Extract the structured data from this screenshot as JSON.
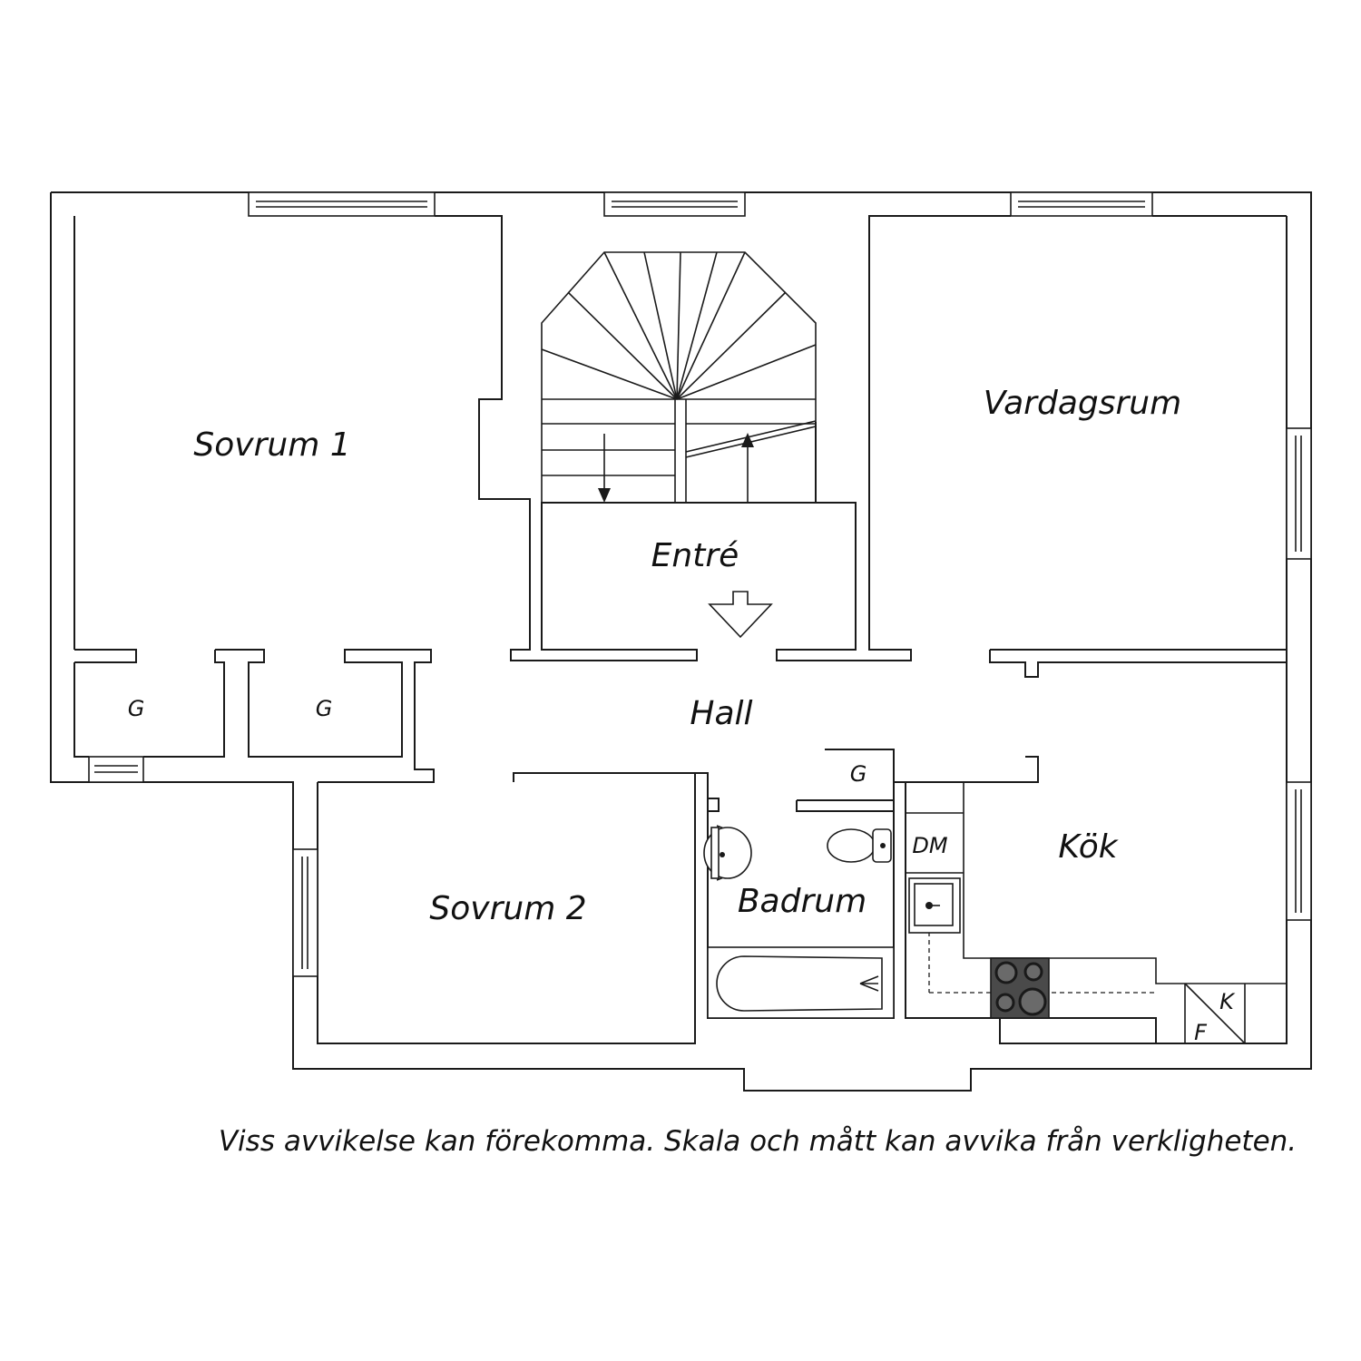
{
  "rooms": {
    "sovrum1": "Sovrum 1",
    "sovrum2": "Sovrum 2",
    "entre": "Entré",
    "hall": "Hall",
    "vardagsrum": "Vardagsrum",
    "badrum": "Badrum",
    "kok": "Kök"
  },
  "closets": {
    "g1": "G",
    "g2": "G",
    "g3": "G"
  },
  "appliances": {
    "dishwasher": "DM",
    "fridge": "F",
    "freezer": "K"
  },
  "disclaimer": "Viss avvikelse kan förekomma. Skala och mått kan avvika från verkligheten."
}
